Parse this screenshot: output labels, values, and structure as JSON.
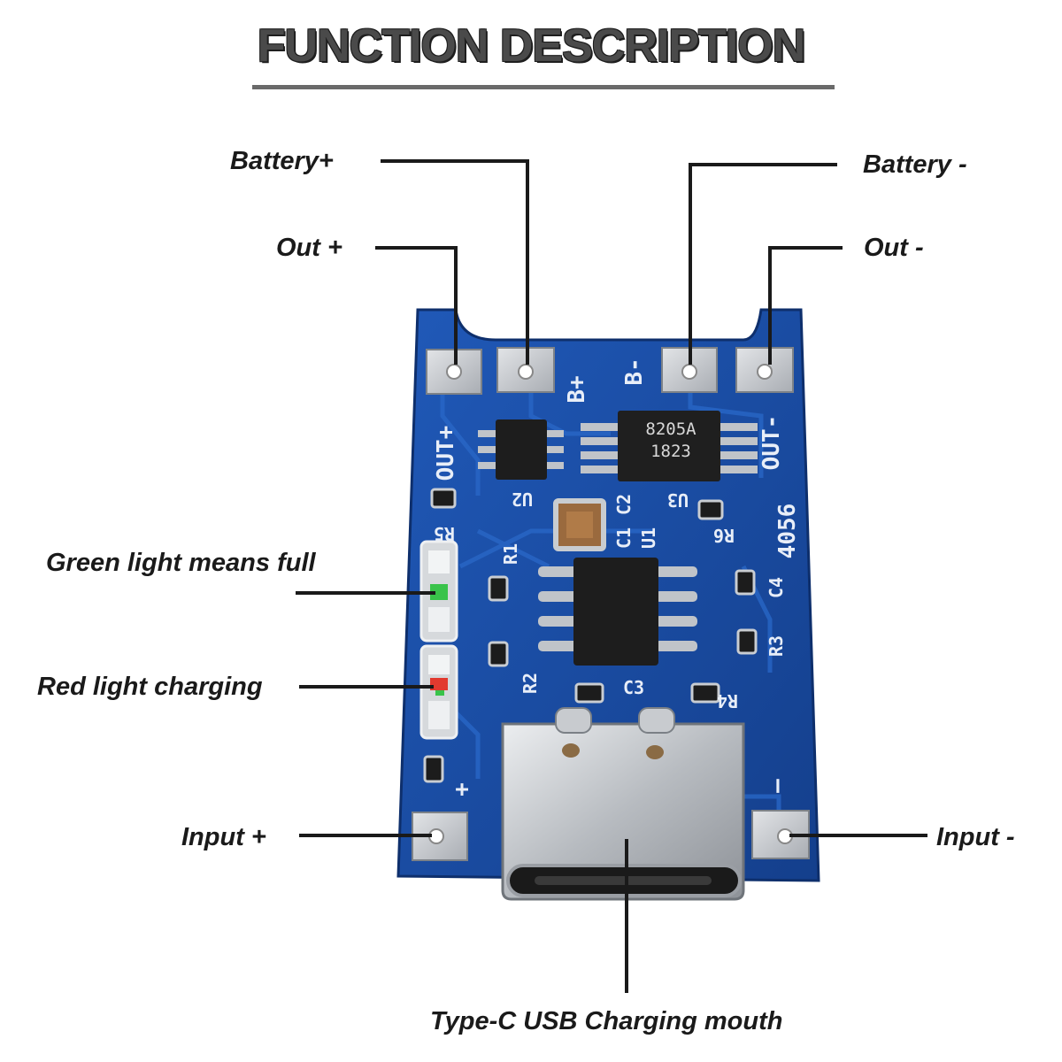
{
  "title": "FUNCTION DESCRIPTION",
  "labels": {
    "battery_plus": "Battery+",
    "battery_minus": "Battery -",
    "out_plus": "Out +",
    "out_minus": "Out -",
    "green_light": "Green light means full",
    "red_light": "Red light charging",
    "input_plus": "Input +",
    "input_minus": "Input -",
    "usb": "Type-C USB Charging mouth"
  },
  "board": {
    "silkscreen": {
      "b_plus": "B+",
      "b_minus": "B-",
      "out_plus": "OUT+",
      "out_minus": "OUT-",
      "u2": "U2",
      "u3": "U3",
      "c2": "C2",
      "c1": "C1",
      "u1": "U1",
      "r1": "R1",
      "r2": "R2",
      "r3": "R3",
      "r4": "R4",
      "r5": "R5",
      "r6": "R6",
      "c3": "C3",
      "c4": "C4",
      "chip_model": "4056",
      "plus": "+",
      "minus": "—"
    },
    "mosfet_line1": "8205A",
    "mosfet_line2": "1823"
  },
  "colors": {
    "pcb": "#1a4fa8",
    "pcb_dark": "#123a80",
    "silk": "#e8eef8",
    "pad": "#c9ccd0",
    "chip": "#202020",
    "led_green": "#39c34a",
    "led_red": "#e23a2f",
    "leader": "#1a1a1a"
  }
}
